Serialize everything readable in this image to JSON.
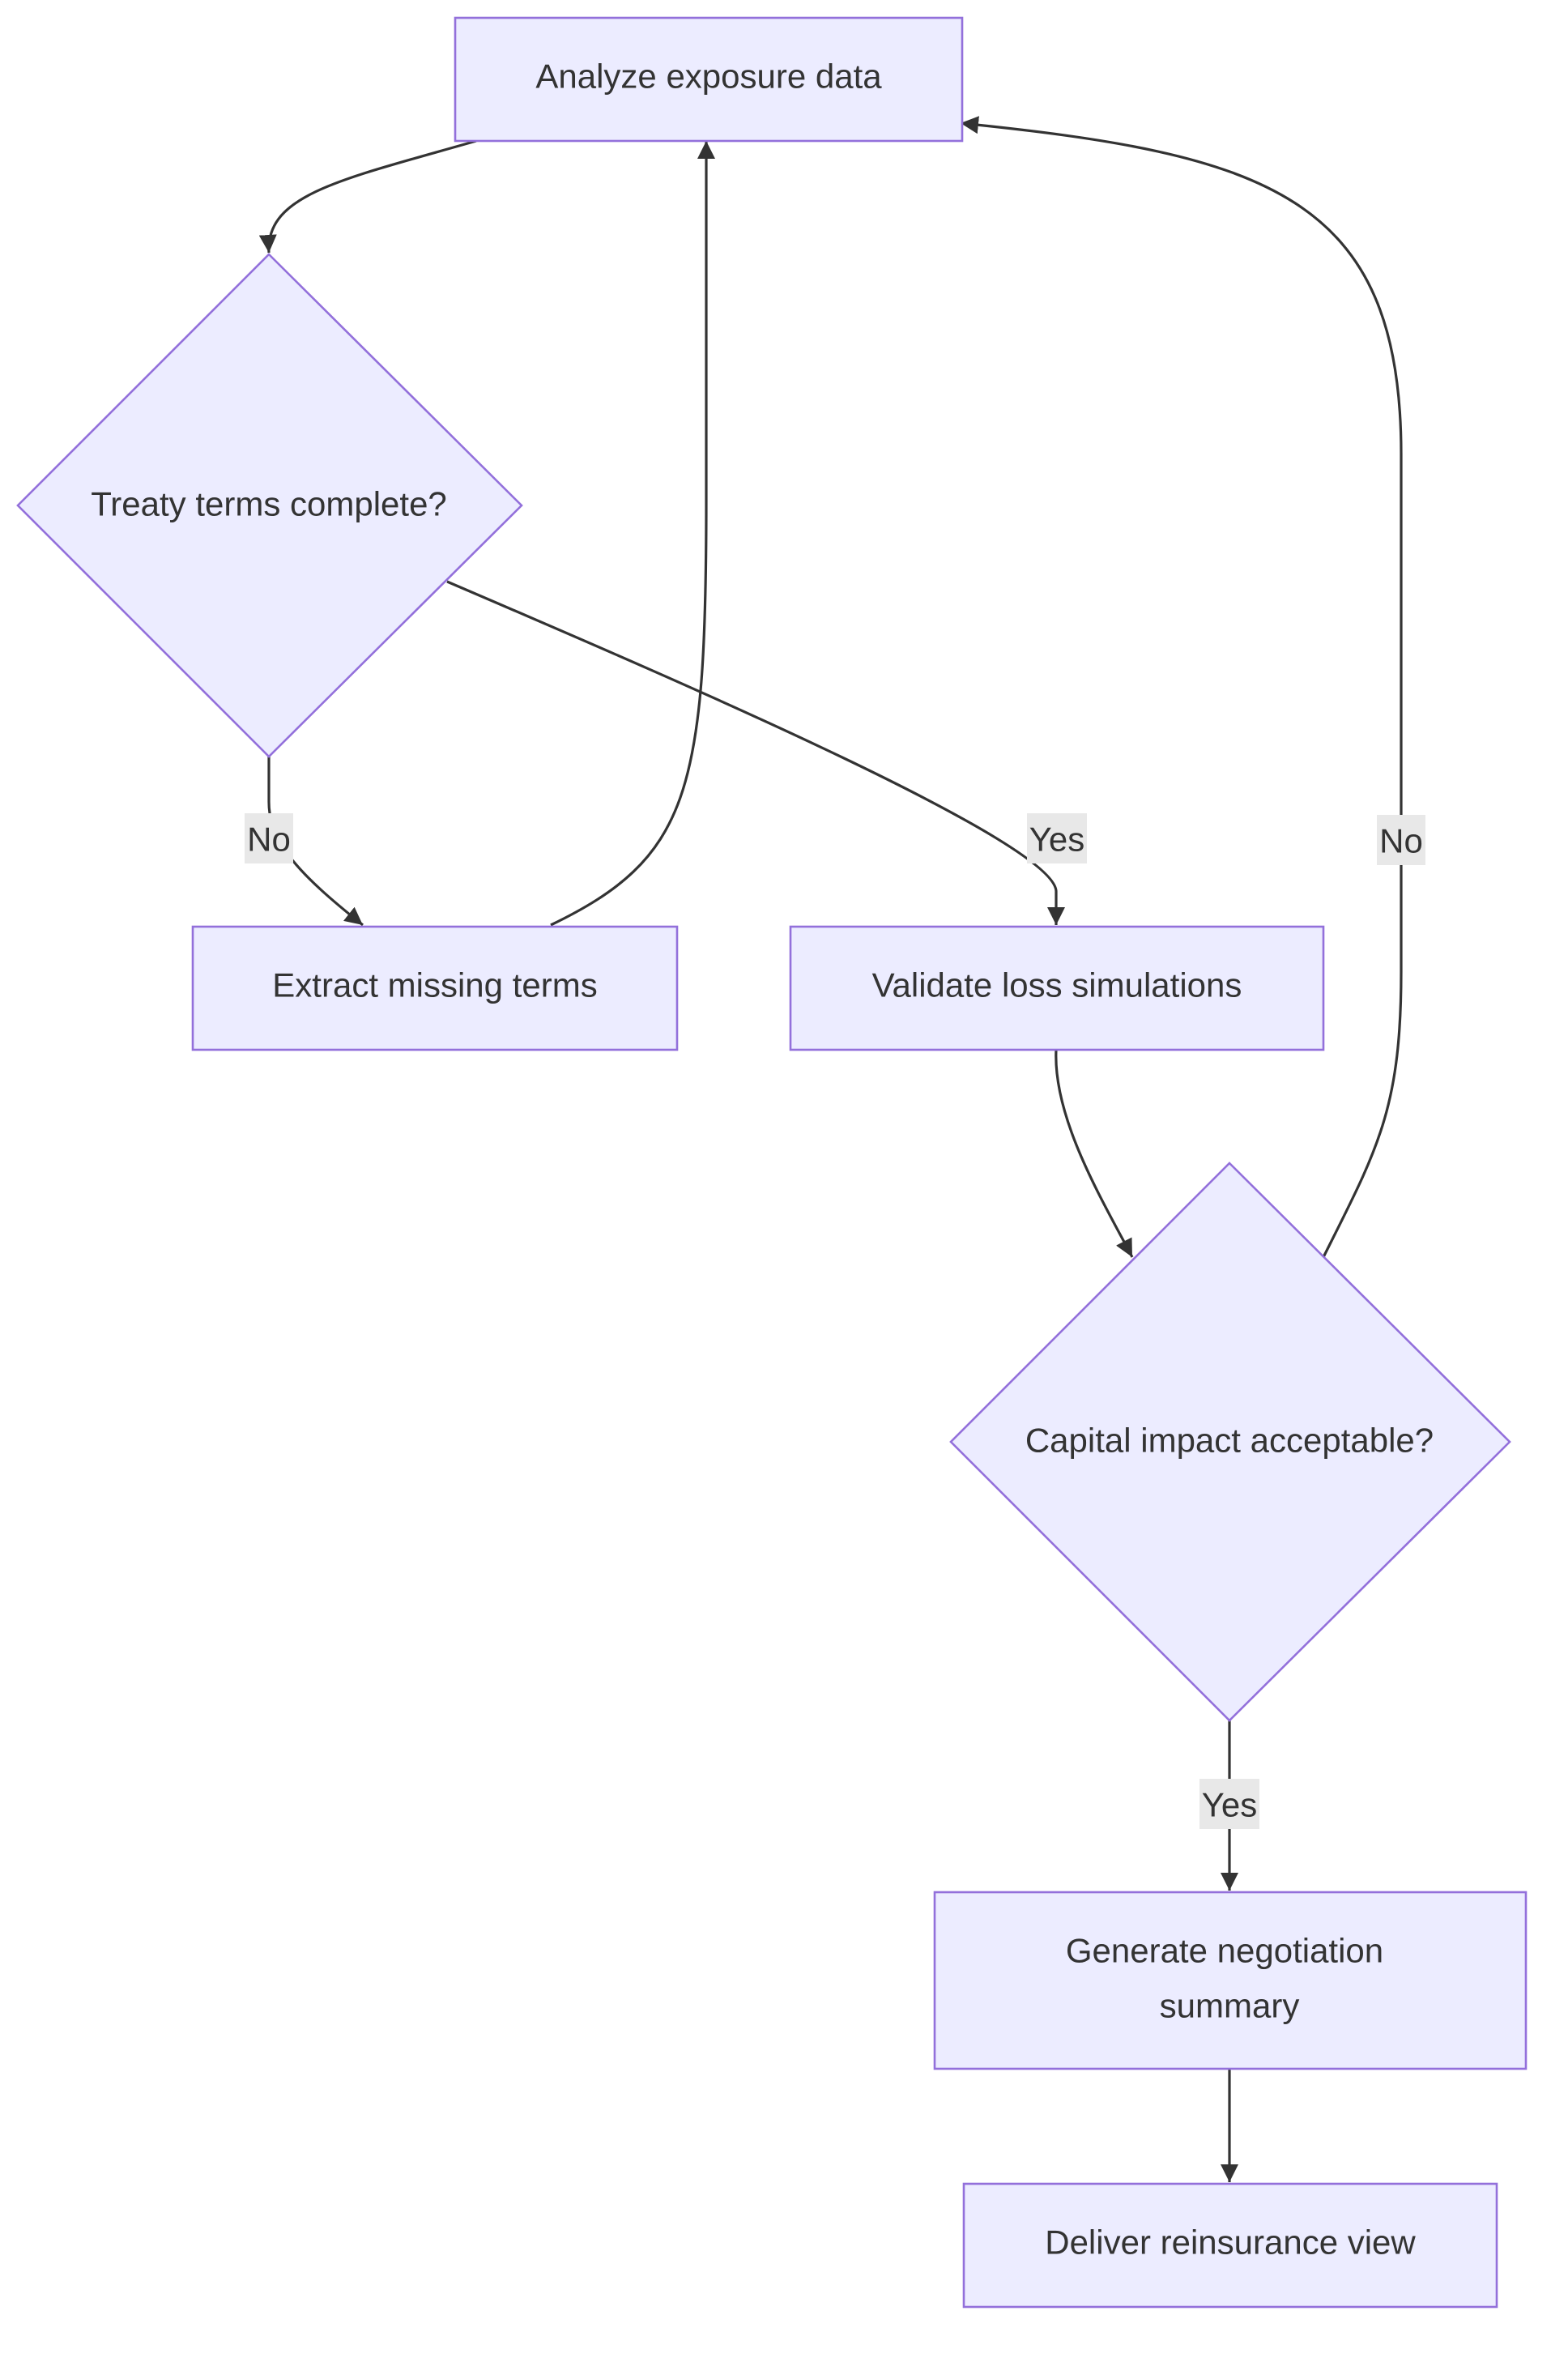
{
  "diagram": {
    "nodes": {
      "analyze": {
        "lines": [
          "Analyze exposure data"
        ]
      },
      "treaty": {
        "lines": [
          "Treaty terms complete?"
        ]
      },
      "extract": {
        "lines": [
          "Extract missing terms"
        ]
      },
      "validate": {
        "lines": [
          "Validate loss simulations"
        ]
      },
      "capital": {
        "lines": [
          "Capital impact acceptable?"
        ]
      },
      "generate": {
        "lines": [
          "Generate negotiation",
          "summary"
        ]
      },
      "deliver": {
        "lines": [
          "Deliver reinsurance view"
        ]
      }
    },
    "edges": {
      "analyze_to_treaty": {
        "from": "analyze",
        "to": "treaty",
        "label": ""
      },
      "treaty_no": {
        "from": "treaty",
        "to": "extract",
        "label": "No"
      },
      "treaty_yes": {
        "from": "treaty",
        "to": "validate",
        "label": "Yes"
      },
      "extract_to_analyze": {
        "from": "extract",
        "to": "analyze",
        "label": ""
      },
      "validate_to_capital": {
        "from": "validate",
        "to": "capital",
        "label": ""
      },
      "capital_no": {
        "from": "capital",
        "to": "analyze",
        "label": "No"
      },
      "capital_yes": {
        "from": "capital",
        "to": "generate",
        "label": "Yes"
      },
      "generate_to_deliver": {
        "from": "generate",
        "to": "deliver",
        "label": ""
      }
    }
  }
}
